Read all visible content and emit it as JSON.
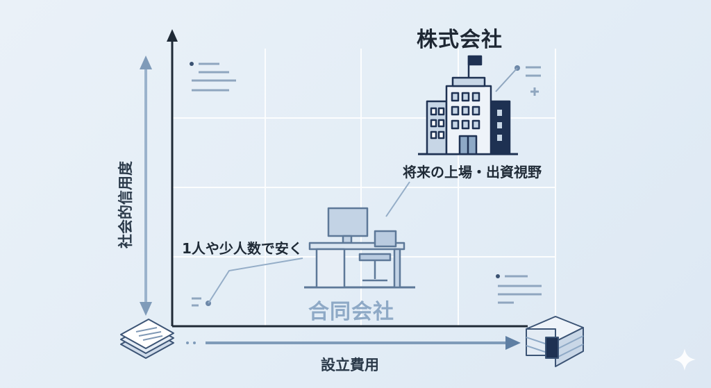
{
  "axes": {
    "y_label": "社会的信用度",
    "x_label": "設立費用"
  },
  "companies": {
    "kabushiki": {
      "name": "株式会社",
      "note": "将来の上場・出資視野"
    },
    "goudou": {
      "name": "合同会社",
      "note": "1人や少人数で安く"
    }
  },
  "colors": {
    "axis": "#1f2a36",
    "accent_dark": "#1e3152",
    "accent_light": "#8ea9c6",
    "grid": "#ffffff"
  },
  "icons": [
    "building-icon",
    "flag-icon",
    "office-desk-icon",
    "documents-icon",
    "money-stack-icon",
    "sparkle-icon"
  ]
}
